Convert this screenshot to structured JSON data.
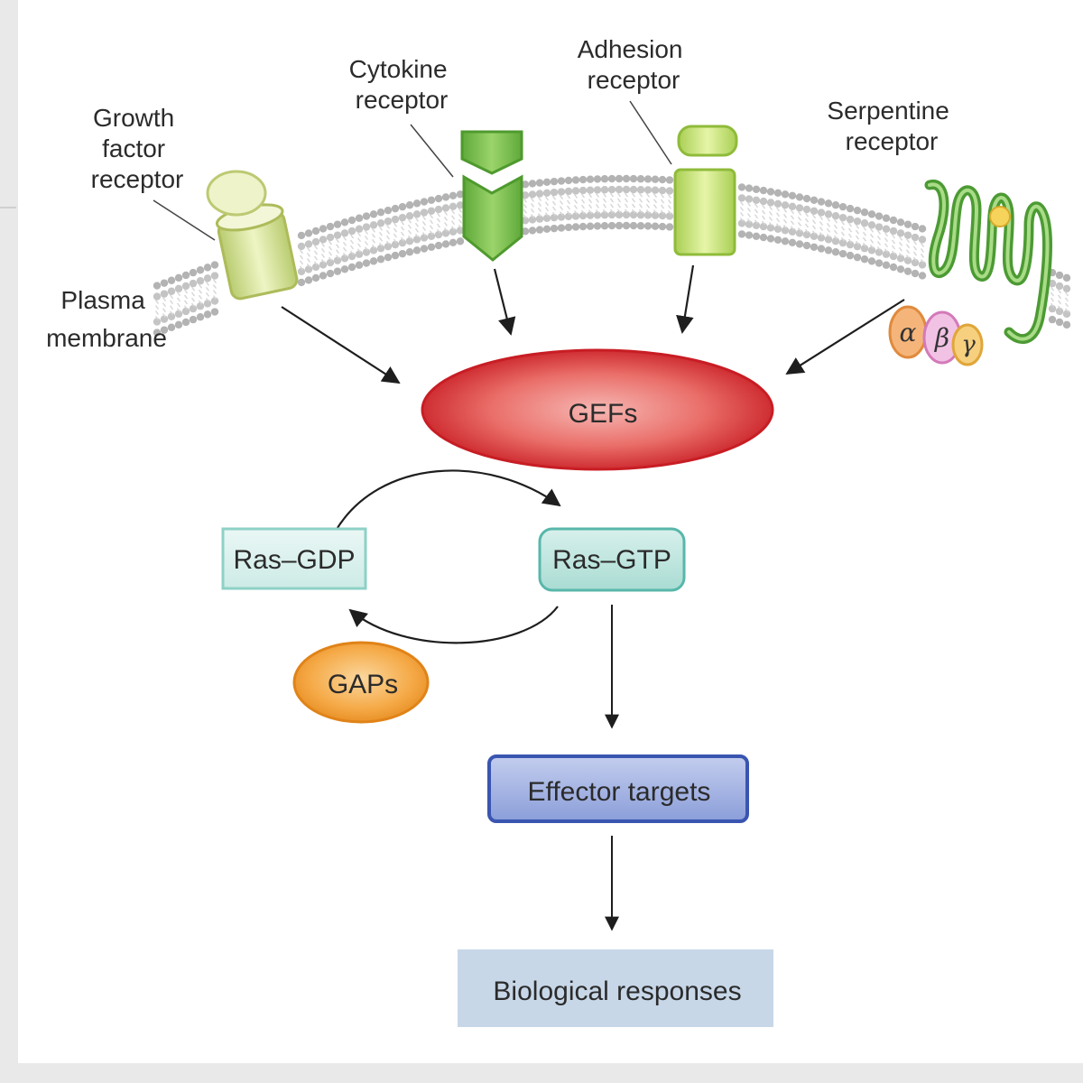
{
  "receptors": {
    "growth_factor": [
      "Growth",
      "factor",
      "receptor"
    ],
    "cytokine": [
      "Cytokine",
      "receptor"
    ],
    "adhesion": [
      "Adhesion",
      "receptor"
    ],
    "serpentine": [
      "Serpentine",
      "receptor"
    ]
  },
  "membrane_label": [
    "Plasma",
    "membrane"
  ],
  "g_protein": {
    "alpha": "α",
    "beta": "β",
    "gamma": "γ"
  },
  "nodes": {
    "gefs": "GEFs",
    "ras_gdp": "Ras–GDP",
    "ras_gtp": "Ras–GTP",
    "gaps": "GAPs",
    "effector_targets": "Effector targets",
    "biological_responses": "Biological responses"
  },
  "colors": {
    "background": "#e9e9e9",
    "panel": "#ffffff",
    "gefs": "#d9252b",
    "ras": "#6cc2b8",
    "gaps": "#f0962c",
    "effector": "#3a55b0",
    "responses": "#c7d7e8",
    "receptor_green": "#79bf52",
    "receptor_pale": "#c9d98a"
  }
}
